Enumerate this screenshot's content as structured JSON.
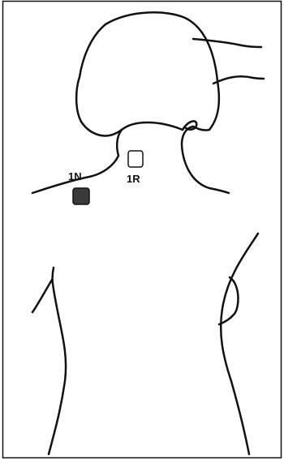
{
  "figure": {
    "labels": {
      "left_marker": "1N",
      "right_marker": "1R"
    },
    "markers": {
      "left_marker_style": "filled",
      "right_marker_style": "outline"
    },
    "colors": {
      "background": "#ffffff",
      "stroke": "#111111",
      "filled_marker": "#3a3a3a"
    }
  }
}
